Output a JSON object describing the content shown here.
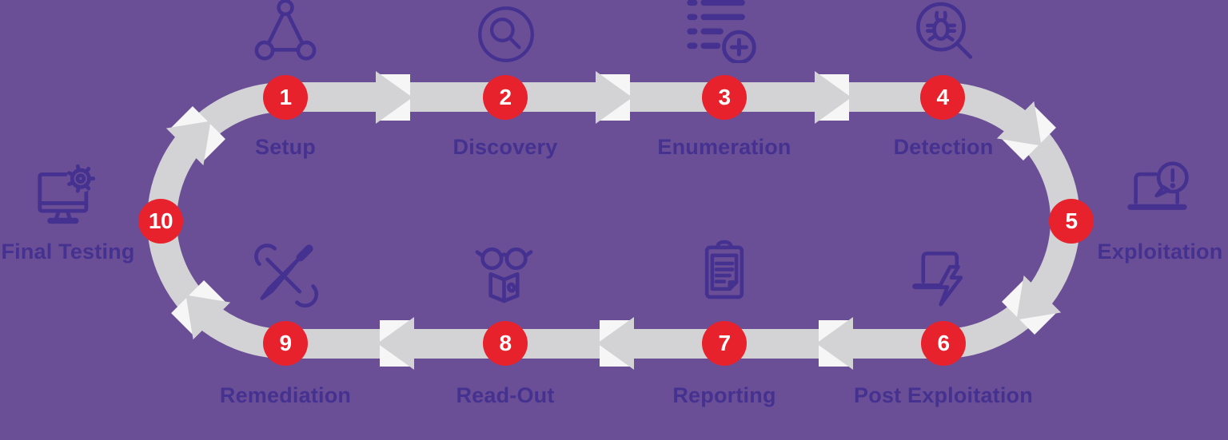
{
  "diagram": {
    "name": "Penetration Testing Lifecycle Loop",
    "shape": "stadium-loop",
    "direction": "clockwise"
  },
  "colors": {
    "background": "#6A4F97",
    "purple_dark": "#45318F",
    "track_gray": "#D3D2D4",
    "arrow_white": "#F6F6F6",
    "badge_red": "#E7222C",
    "badge_number_white": "#FFFFFF"
  },
  "steps": [
    {
      "num": "1",
      "label": "Setup",
      "icon": "network-icon"
    },
    {
      "num": "2",
      "label": "Discovery",
      "icon": "search-icon"
    },
    {
      "num": "3",
      "label": "Enumeration",
      "icon": "list-add-icon"
    },
    {
      "num": "4",
      "label": "Detection",
      "icon": "bug-magnifier-icon"
    },
    {
      "num": "5",
      "label": "Exploitation",
      "icon": "laptop-alert-icon"
    },
    {
      "num": "6",
      "label": "Post Exploitation",
      "icon": "laptop-bolt-icon"
    },
    {
      "num": "7",
      "label": "Reporting",
      "icon": "clipboard-icon"
    },
    {
      "num": "8",
      "label": "Read-Out",
      "icon": "glasses-book-icon"
    },
    {
      "num": "9",
      "label": "Remediation",
      "icon": "tools-icon"
    },
    {
      "num": "10",
      "label": "Final Testing",
      "icon": "monitor-gear-icon"
    }
  ]
}
